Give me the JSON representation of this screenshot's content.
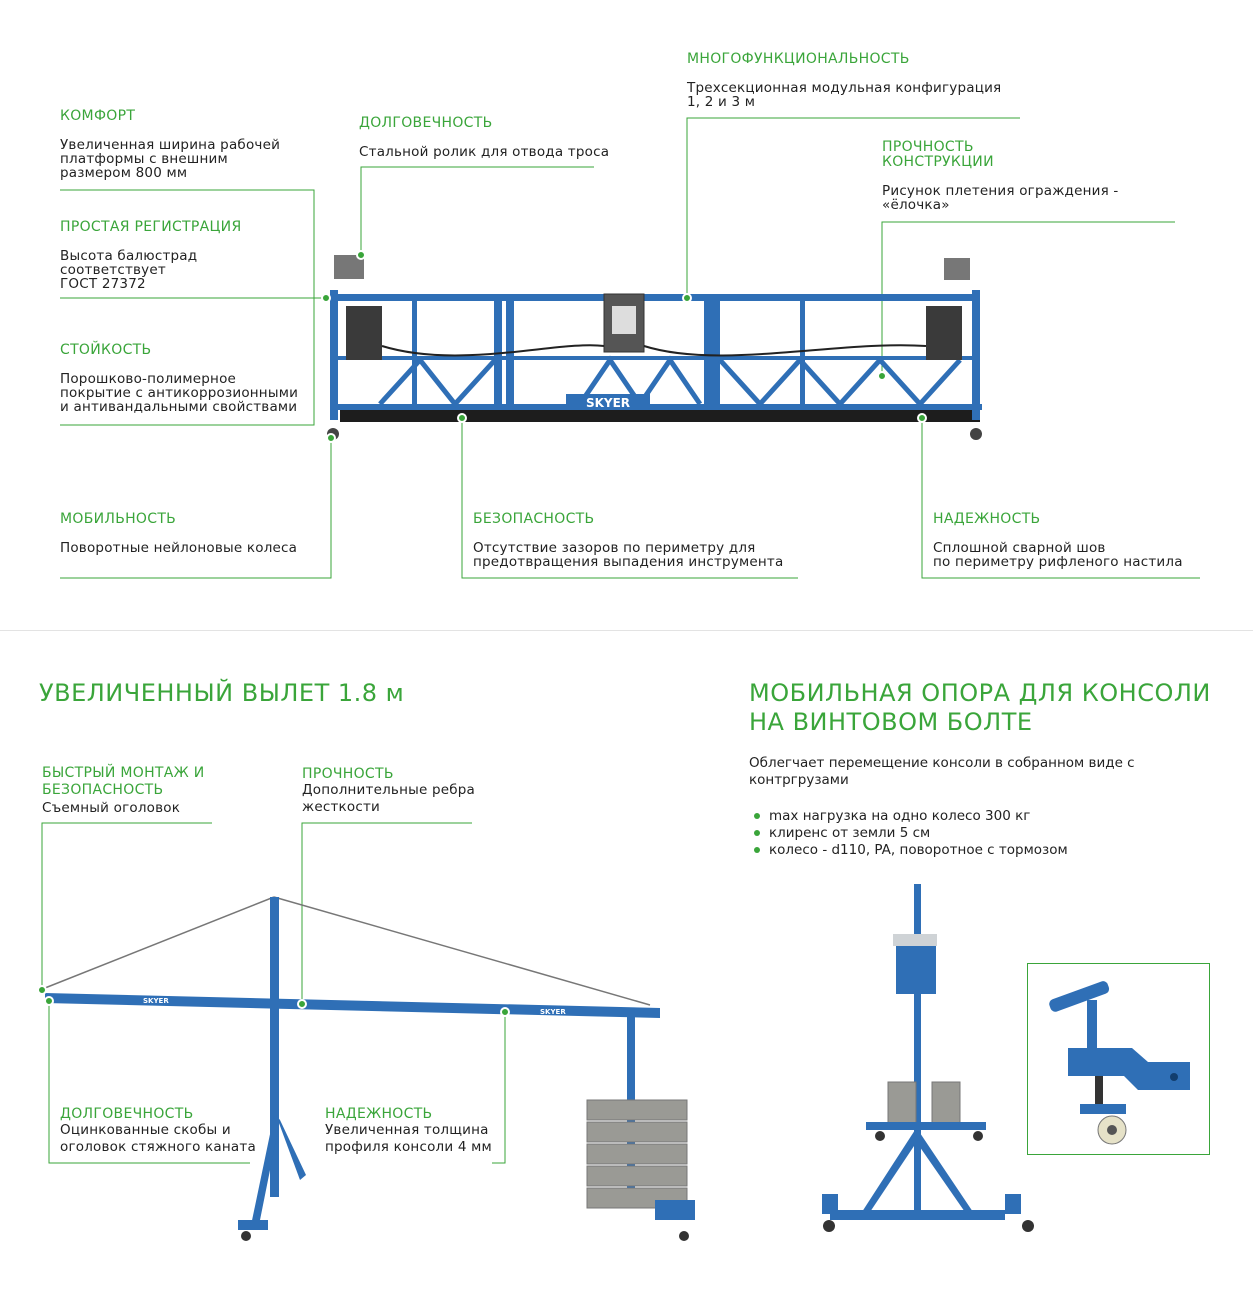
{
  "top": {
    "comfort": {
      "title": "КОМФОРТ",
      "lines": [
        "Увеличенная ширина рабочей",
        "платформы с внешним",
        "размером 800 мм"
      ]
    },
    "durability": {
      "title": "ДОЛГОВЕЧНОСТЬ",
      "lines": [
        "Стальной ролик для отвода троса"
      ]
    },
    "multifunc": {
      "title": "МНОГОФУНКЦИОНАЛЬНОСТЬ",
      "lines": [
        "Трехсекционная модульная конфигурация",
        "1, 2 и 3 м"
      ]
    },
    "strength": {
      "title": [
        "ПРОЧНОСТЬ",
        "КОНСТРУКЦИИ"
      ],
      "lines": [
        "Рисунок плетения ограждения -",
        "«ёлочка»"
      ]
    },
    "registration": {
      "title": "ПРОСТАЯ  РЕГИСТРАЦИЯ",
      "lines": [
        "Высота балюстрад",
        "соответствует",
        "ГОСТ 27372"
      ]
    },
    "resistance": {
      "title": "СТОЙКОСТЬ",
      "lines": [
        "Порошково-полимерное",
        "покрытие с антикоррозионными",
        "и антивандальными свойствами"
      ]
    },
    "mobility": {
      "title": "МОБИЛЬНОСТЬ",
      "lines": [
        "Поворотные нейлоновые колеса"
      ]
    },
    "safety": {
      "title": "БЕЗОПАСНОСТЬ",
      "lines": [
        "Отсутствие зазоров по периметру для",
        "предотвращения выпадения инструмента"
      ]
    },
    "reliability": {
      "title": "НАДЕЖНОСТЬ",
      "lines": [
        "Сплошной сварной шов",
        "по периметру рифленого настила"
      ]
    },
    "brand": "SKYER"
  },
  "left_section": {
    "heading": "УВЕЛИЧЕННЫЙ ВЫЛЕТ 1.8 м",
    "quick": {
      "title": [
        "БЫСТРЫЙ МОНТАЖ И",
        "БЕЗОПАСНОСТЬ"
      ],
      "lines": [
        "Съемный оголовок"
      ]
    },
    "strength": {
      "title": "ПРОЧНОСТЬ",
      "lines": [
        "Дополнительные ребра",
        "жесткости"
      ]
    },
    "durability": {
      "title": "ДОЛГОВЕЧНОСТЬ",
      "lines": [
        "Оцинкованные скобы и",
        "оголовок стяжного каната"
      ]
    },
    "reliability": {
      "title": "НАДЕЖНОСТЬ",
      "lines": [
        "Увеличенная толщина",
        "профиля консоли 4 мм"
      ]
    },
    "brand": "SKYER"
  },
  "right_section": {
    "heading": [
      "МОБИЛЬНАЯ ОПОРА ДЛЯ КОНСОЛИ",
      "НА ВИНТОВОМ БОЛТЕ"
    ],
    "subtitle": [
      "Облегчает перемещение консоли в собранном виде с",
      "контргрузами"
    ],
    "bullets": [
      "max нагрузка на одно колесо 300 кг",
      "клиренс от земли 5 см",
      "колесо - d110, PA, поворотное с тормозом"
    ]
  },
  "colors": {
    "accent": "#3aa53a",
    "steel_blue": "#2f6fb6",
    "dark": "#222222"
  }
}
